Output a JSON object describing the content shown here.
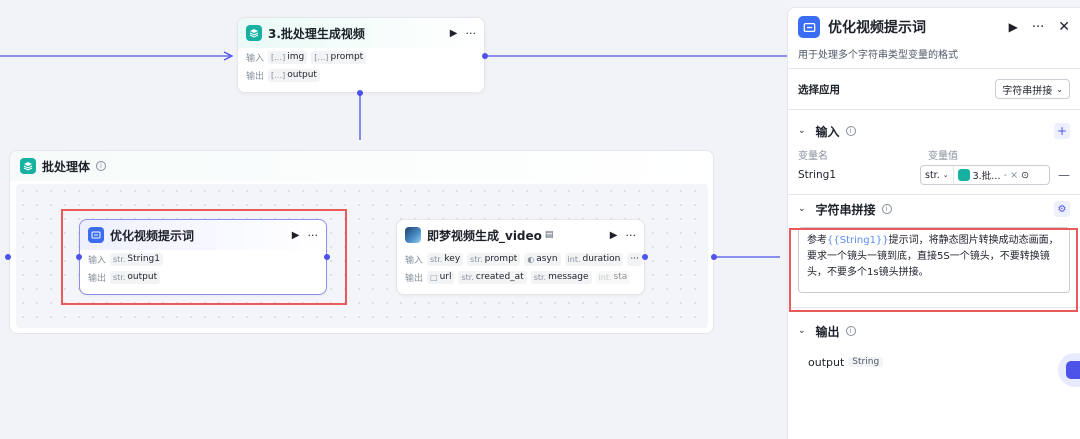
{
  "canvas": {
    "top_node": {
      "title": "3.批处理生成视频",
      "input_label": "输入",
      "output_label": "输出",
      "inputs": [
        {
          "type": "[…]",
          "name": "img"
        },
        {
          "type": "[…]",
          "name": "prompt"
        }
      ],
      "outputs": [
        {
          "type": "[…]",
          "name": "output"
        }
      ]
    },
    "group": {
      "title": "批处理体"
    },
    "optimize_node": {
      "title": "优化视频提示词",
      "input_label": "输入",
      "output_label": "输出",
      "inputs": [
        {
          "type": "str.",
          "name": "String1"
        }
      ],
      "outputs": [
        {
          "type": "str.",
          "name": "output"
        }
      ]
    },
    "jimeng_node": {
      "title": "即梦视频生成_video",
      "input_label": "输入",
      "output_label": "输出",
      "inputs": [
        {
          "type": "str.",
          "name": "key"
        },
        {
          "type": "str.",
          "name": "prompt"
        },
        {
          "type": "◐",
          "name": "asyn"
        },
        {
          "type": "int.",
          "name": "duration"
        }
      ],
      "outputs": [
        {
          "type": "□",
          "name": "url"
        },
        {
          "type": "str.",
          "name": "created_at"
        },
        {
          "type": "str.",
          "name": "message"
        },
        {
          "type": "int.",
          "name": "sta"
        }
      ],
      "overflow": "···"
    },
    "edge_color": "#4d53e8",
    "highlight_color": "#ea5a5a"
  },
  "panel": {
    "title": "优化视频提示词",
    "description": "用于处理多个字符串类型变量的格式",
    "select_app": {
      "label": "选择应用",
      "value": "字符串拼接"
    },
    "input_section": {
      "title": "输入",
      "col_name": "变量名",
      "col_value": "变量值",
      "variables": [
        {
          "name": "String1",
          "type": "str.",
          "ref": "3.批…",
          "ref_sub": "-"
        }
      ]
    },
    "concat_section": {
      "title": "字符串拼接",
      "text_before": "参考",
      "variable": "{{String1}}",
      "text_after": "提示词，将静态图片转换成动态画面，要求一个镜头一镜到底，直接5S一个镜头，不要转换镜头，不要多个1s镜头拼接。"
    },
    "output_section": {
      "title": "输出",
      "output_name": "output",
      "output_type": "String"
    },
    "accent": "#4d53e8"
  }
}
